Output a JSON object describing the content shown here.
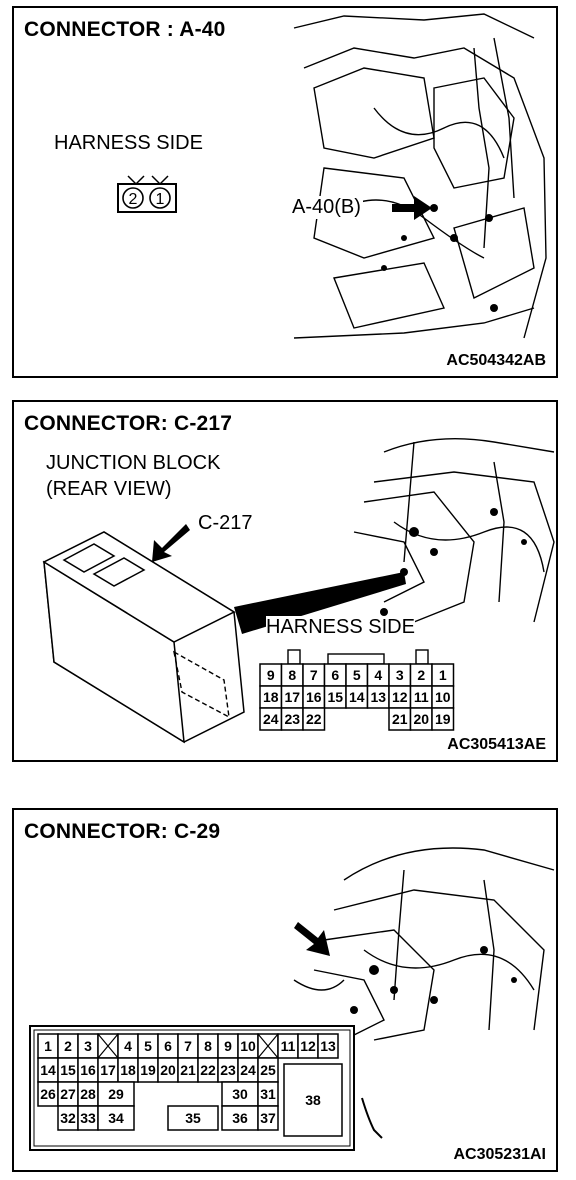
{
  "panels": [
    {
      "title": "CONNECTOR : A-40",
      "harness_label": "HARNESS SIDE",
      "pins": [
        "2",
        "1"
      ],
      "callout": "A-40(B)",
      "figure_code": "AC504342AB"
    },
    {
      "title": "CONNECTOR: C-217",
      "junction_label_1": "JUNCTION BLOCK",
      "junction_label_2": "(REAR VIEW)",
      "callout": "C-217",
      "harness_label": "HARNESS SIDE",
      "pin_rows": [
        [
          "9",
          "8",
          "7",
          "6",
          "5",
          "4",
          "3",
          "2",
          "1"
        ],
        [
          "18",
          "17",
          "16",
          "15",
          "14",
          "13",
          "12",
          "11",
          "10"
        ],
        [
          "24",
          "23",
          "22",
          "",
          "",
          "",
          "21",
          "20",
          "19"
        ]
      ],
      "figure_code": "AC305413AE"
    },
    {
      "title": "CONNECTOR: C-29",
      "pin_rows": [
        [
          "1",
          "2",
          "3",
          "X",
          "4",
          "5",
          "6",
          "7",
          "8",
          "9",
          "10",
          "X",
          "11",
          "12",
          "13"
        ],
        [
          "14",
          "15",
          "16",
          "17",
          "18",
          "19",
          "20",
          "21",
          "22",
          "23",
          "24",
          "25"
        ],
        [
          "26",
          "27",
          "28",
          "29",
          "30",
          "31"
        ],
        [
          "32",
          "33",
          "34",
          "35",
          "36",
          "37"
        ]
      ],
      "large_pin": "38",
      "figure_code": "AC305231AI"
    }
  ]
}
